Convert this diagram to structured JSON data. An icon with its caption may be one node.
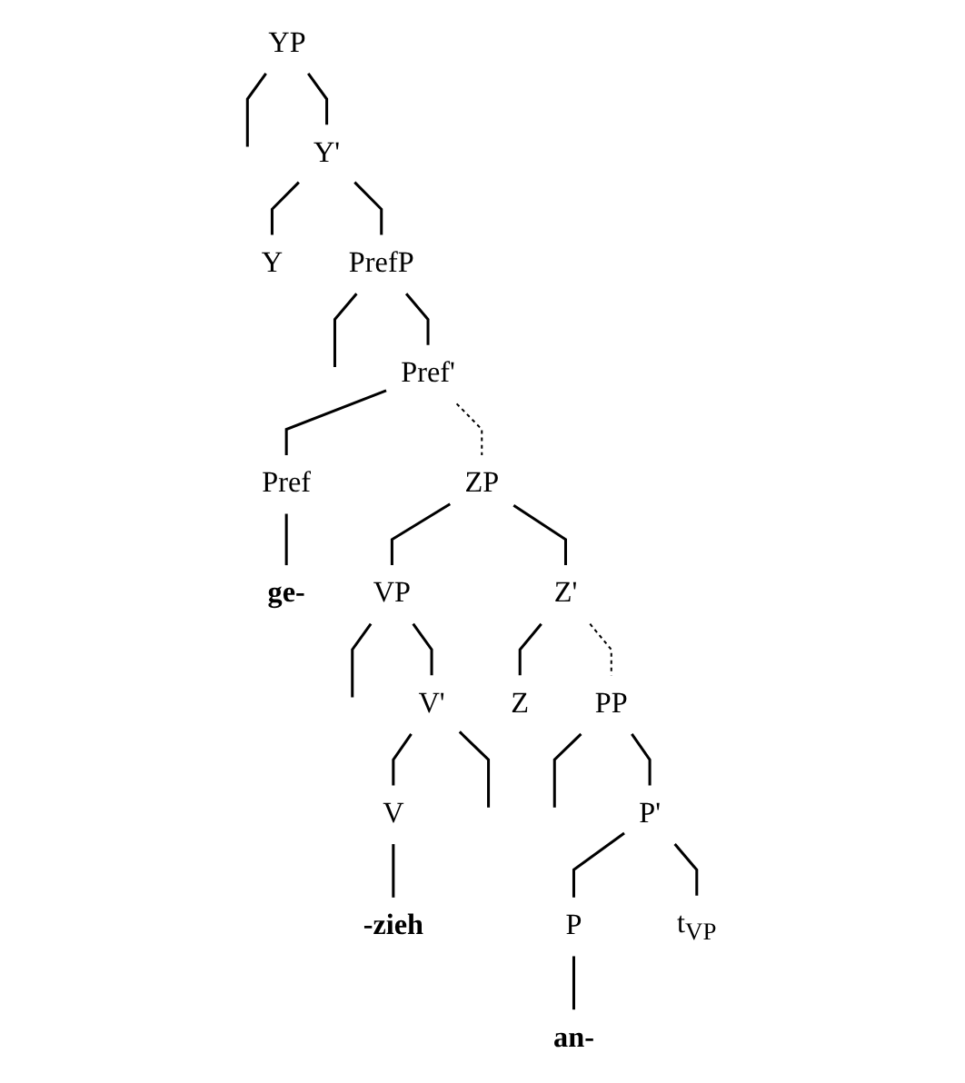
{
  "diagram": {
    "nodes": [
      {
        "text": [
          "YP"
        ]
      },
      {
        "text": [
          "Y'"
        ]
      },
      {
        "text": [
          "Y"
        ]
      },
      {
        "text": [
          "PrefP"
        ]
      },
      {
        "text": [
          "Pref'"
        ]
      },
      {
        "text": [
          "Pref"
        ]
      },
      {
        "text": [
          "ZP"
        ]
      },
      {
        "text": [
          "ge-"
        ]
      },
      {
        "text": [
          "Z'"
        ]
      },
      {
        "text": [
          "VP"
        ]
      },
      {
        "text": [
          "Z"
        ]
      },
      {
        "text": [
          "PP"
        ]
      },
      {
        "text": [
          "V'"
        ]
      },
      {
        "text": [
          "P'"
        ]
      },
      {
        "text": [
          "V"
        ]
      },
      {
        "text": [
          "P"
        ]
      },
      {
        "text": [
          "t$_{VP}$"
        ]
      },
      {
        "text": [
          "-zieh"
        ]
      },
      {
        "text": [
          "an-"
        ]
      }
    ],
    "edges": [
      {
        "from": 0,
        "to": null,
        "arrow": "none"
      },
      {
        "from": 0,
        "to": 1,
        "arrow": "none"
      },
      {
        "from": 1,
        "to": 2,
        "arrow": "none"
      },
      {
        "from": 1,
        "to": 3,
        "arrow": "none"
      },
      {
        "from": 3,
        "to": null,
        "arrow": "none"
      },
      {
        "from": 3,
        "to": 4,
        "arrow": "none"
      },
      {
        "from": 4,
        "to": 5,
        "arrow": "none"
      },
      {
        "from": 4,
        "to": 6,
        "arrow": "none",
        "style": "dashed"
      },
      {
        "from": 5,
        "to": 7,
        "arrow": "none"
      },
      {
        "from": 6,
        "to": 9,
        "arrow": "none"
      },
      {
        "from": 6,
        "to": 8,
        "arrow": "none"
      },
      {
        "from": 8,
        "to": 10,
        "arrow": "none"
      },
      {
        "from": 8,
        "to": 11,
        "arrow": "none",
        "style": "dashed"
      },
      {
        "from": 9,
        "to": null,
        "arrow": "none"
      },
      {
        "from": 9,
        "to": 12,
        "arrow": "none"
      },
      {
        "from": 12,
        "to": 14,
        "arrow": "none"
      },
      {
        "from": 12,
        "to": null,
        "arrow": "none"
      },
      {
        "from": 11,
        "to": null,
        "arrow": "none"
      },
      {
        "from": 11,
        "to": 13,
        "arrow": "none"
      },
      {
        "from": 13,
        "to": 15,
        "arrow": "none"
      },
      {
        "from": 13,
        "to": 16,
        "arrow": "none"
      },
      {
        "from": 14,
        "to": 17,
        "arrow": "none"
      },
      {
        "from": 15,
        "to": 18,
        "arrow": "none"
      }
    ]
  }
}
